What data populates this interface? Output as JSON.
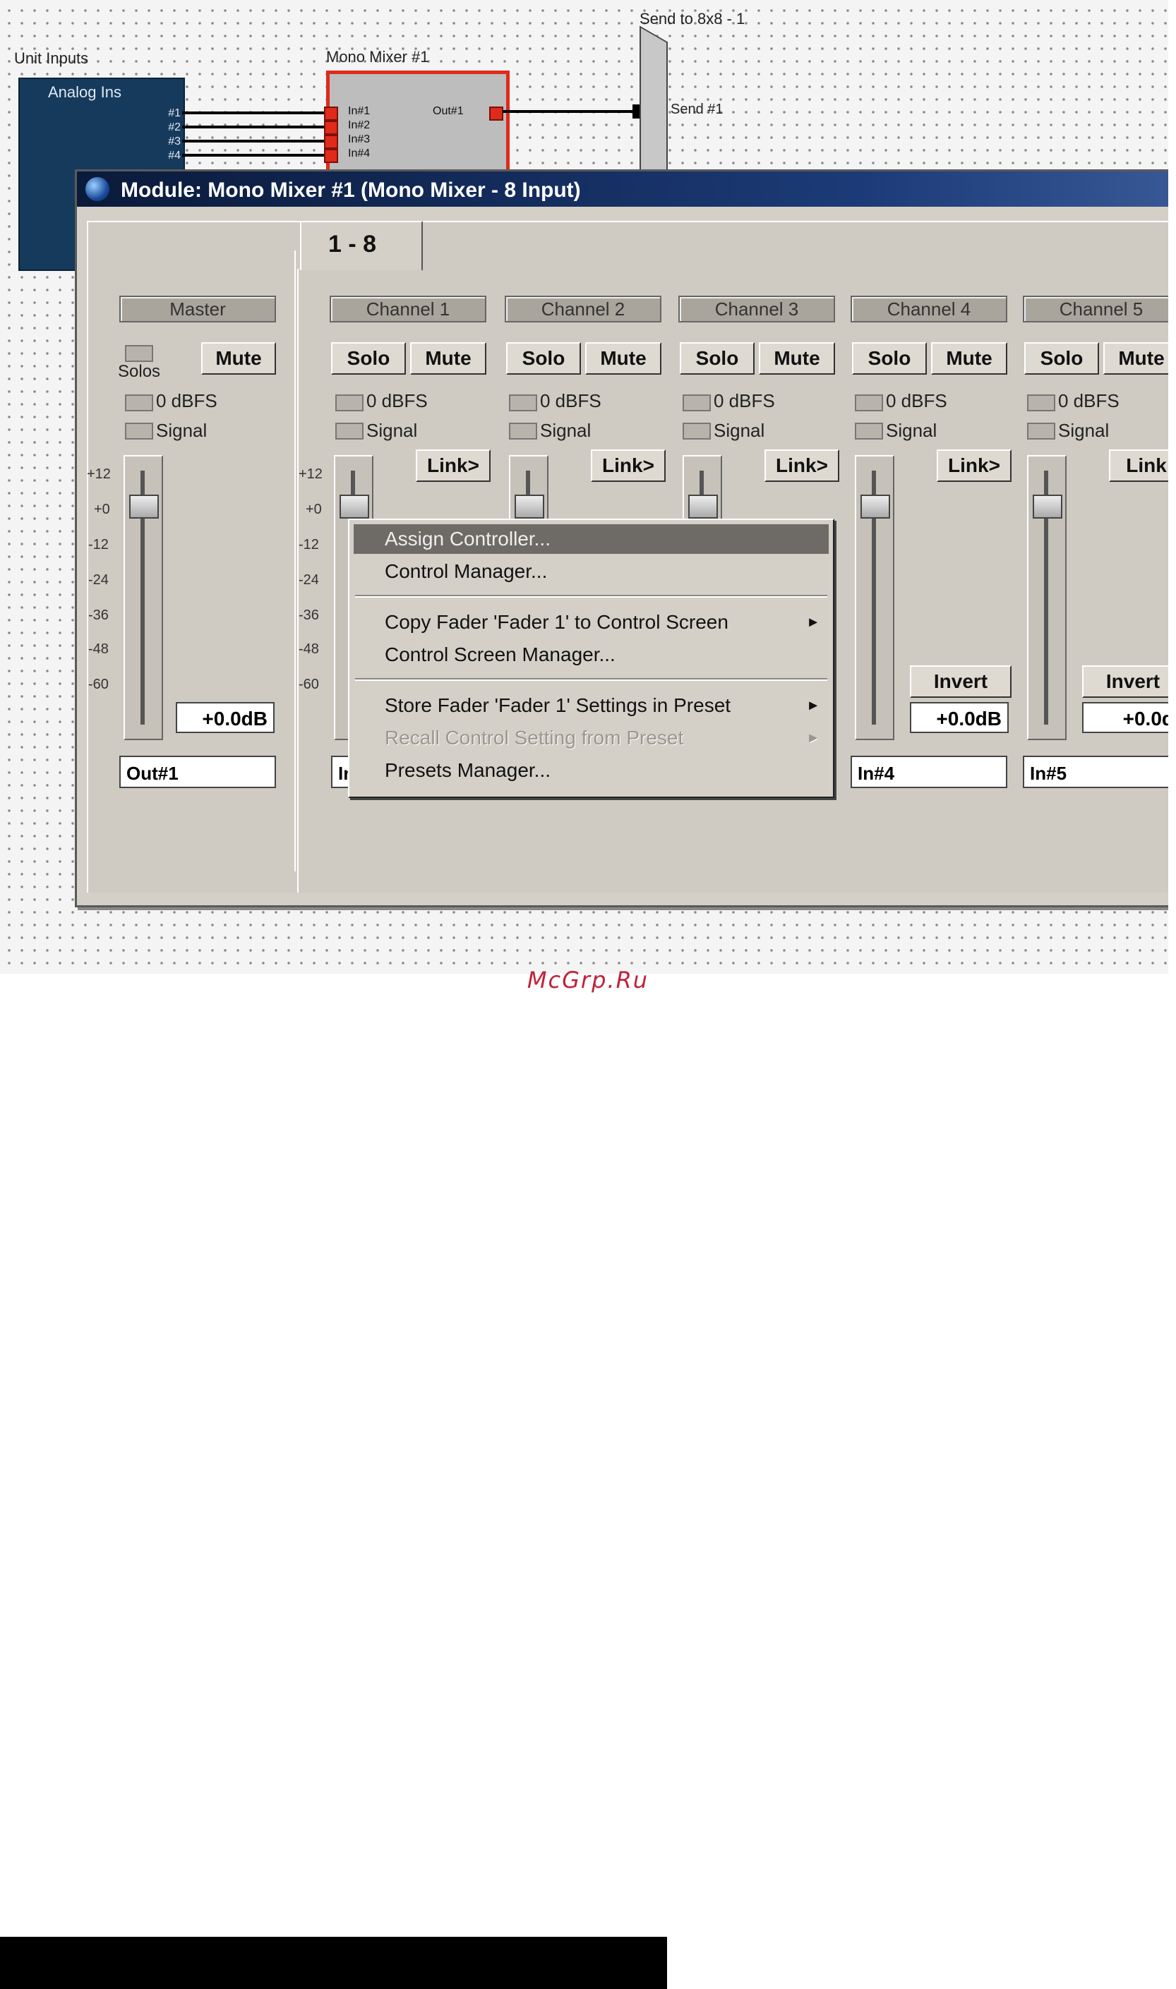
{
  "canvas": {
    "unit_inputs_label": "Unit Inputs",
    "analog_title": "Analog Ins",
    "analog_pins": [
      "#1",
      "#2",
      "#3",
      "#4"
    ],
    "mixer_label": "Mono Mixer #1",
    "mixer_inputs": [
      "In#1",
      "In#2",
      "In#3",
      "In#4"
    ],
    "mixer_output": "Out#1",
    "send_label": "Send to 8x8 - 1",
    "send_port": "Send #1"
  },
  "window": {
    "title": "Module: Mono Mixer #1 (Mono Mixer - 8 Input)",
    "tab_label": "1 - 8"
  },
  "master": {
    "label": "Master",
    "solos_label": "Solos",
    "mute_label": "Mute",
    "dbfs_label": "0 dBFS",
    "signal_label": "Signal",
    "scale": [
      "+12",
      "+0",
      "-12",
      "-24",
      "-36",
      "-48",
      "-60"
    ],
    "value": "+0.0dB",
    "name": "Out#1"
  },
  "channels": [
    {
      "label": "Channel 1",
      "solo": "Solo",
      "mute": "Mute",
      "dbfs": "0 dBFS",
      "signal": "Signal",
      "link": "Link>",
      "name": "In"
    },
    {
      "label": "Channel 2",
      "solo": "Solo",
      "mute": "Mute",
      "dbfs": "0 dBFS",
      "signal": "Signal",
      "link": "Link>"
    },
    {
      "label": "Channel 3",
      "solo": "Solo",
      "mute": "Mute",
      "dbfs": "0 dBFS",
      "signal": "Signal",
      "link": "Link>"
    },
    {
      "label": "Channel 4",
      "solo": "Solo",
      "mute": "Mute",
      "dbfs": "0 dBFS",
      "signal": "Signal",
      "link": "Link>",
      "invert": "Invert",
      "value": "+0.0dB",
      "name": "In#4"
    },
    {
      "label": "Channel 5",
      "solo": "Solo",
      "mute": "Mute",
      "dbfs": "0 dBFS",
      "signal": "Signal",
      "link": "Link",
      "invert": "Invert",
      "value": "+0.0d",
      "name": "In#5"
    }
  ],
  "channel1_scale": [
    "+12",
    "+0",
    "-12",
    "-24",
    "-36",
    "-48",
    "-60"
  ],
  "context_menu": {
    "items": [
      {
        "label": "Assign Controller...",
        "state": "highlighted"
      },
      {
        "label": "Control Manager..."
      },
      {
        "label": "Copy Fader 'Fader 1' to Control Screen",
        "submenu": "►"
      },
      {
        "label": "Control Screen Manager..."
      },
      {
        "label": "Store Fader 'Fader 1' Settings in Preset",
        "submenu": "►"
      },
      {
        "label": "Recall Control Setting from Preset",
        "submenu": "►",
        "state": "disabled"
      },
      {
        "label": "Presets Manager..."
      }
    ]
  },
  "watermark": "McGrp.Ru",
  "colors": {
    "titlebar": "#1c3b78",
    "highlight": "#6e6a66",
    "selection_border": "#e02a1a",
    "watermark": "#c0223a"
  }
}
